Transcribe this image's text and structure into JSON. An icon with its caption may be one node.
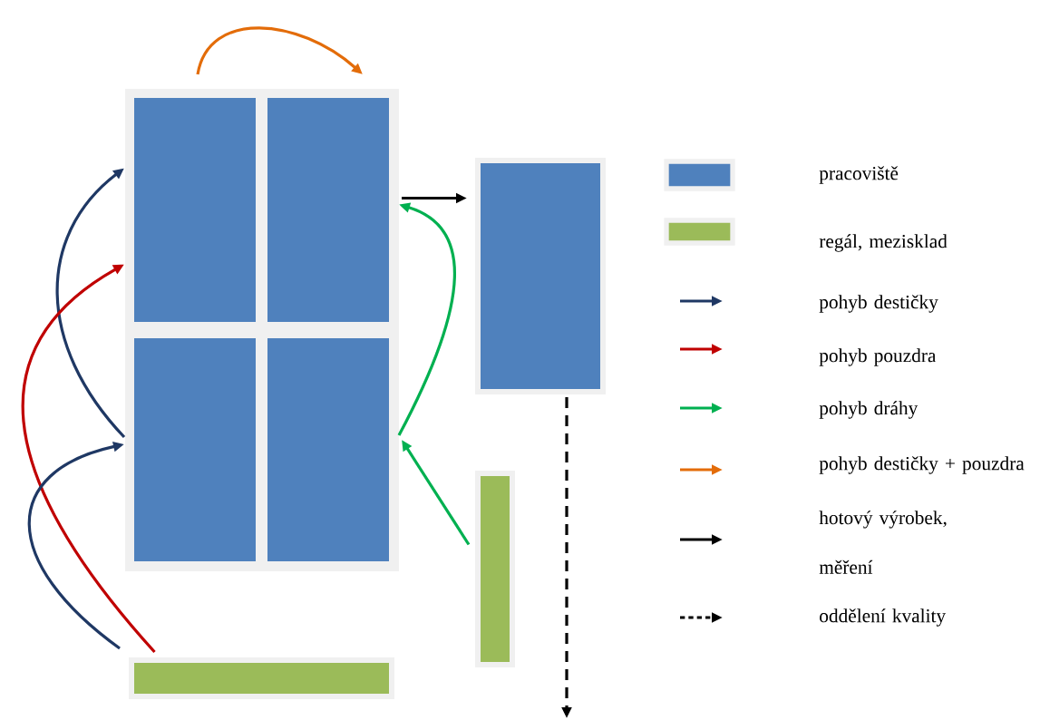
{
  "diagram": {
    "nodes": [
      {
        "text": [],
        "shape": "box"
      },
      {
        "text": [],
        "shape": "box"
      },
      {
        "text": [],
        "shape": "box"
      },
      {
        "text": [],
        "shape": "box"
      },
      {
        "text": [],
        "shape": "box"
      },
      {
        "text": [],
        "shape": "bar"
      },
      {
        "text": [],
        "shape": "bar"
      }
    ],
    "edges": [
      {
        "from": 0,
        "to": 1,
        "arrow": "to",
        "color": "#e36c09"
      },
      {
        "from": 2,
        "to": 0,
        "arrow": "to",
        "color": "#1f3864"
      },
      {
        "from": 5,
        "to": 0,
        "arrow": "to",
        "color": "#c00000"
      },
      {
        "from": 5,
        "to": 2,
        "arrow": "to",
        "color": "#1f3864"
      },
      {
        "from": 1,
        "to": 4,
        "arrow": "to",
        "color": "#000000"
      },
      {
        "from": 3,
        "to": 1,
        "arrow": "to",
        "color": "#00b050"
      },
      {
        "from": 6,
        "to": 3,
        "arrow": "to",
        "color": "#00b050"
      },
      {
        "from": 4,
        "to": null,
        "arrow": "to",
        "style": "dashed",
        "color": "#000000"
      }
    ],
    "legend": [
      {
        "text": "pracoviště",
        "color": "#4f81bd"
      },
      {
        "text": "regál, mezisklad",
        "color": "#9bbb59"
      },
      {
        "text": "pohyb destičky"
      },
      {
        "text": "pohyb pouzdra"
      },
      {
        "text": "pohyb dráhy"
      },
      {
        "text": "pohyb destičky + pouzdra"
      },
      {
        "text": "hotový výrobek, měření"
      },
      {
        "text": "oddělení kvality"
      }
    ]
  }
}
